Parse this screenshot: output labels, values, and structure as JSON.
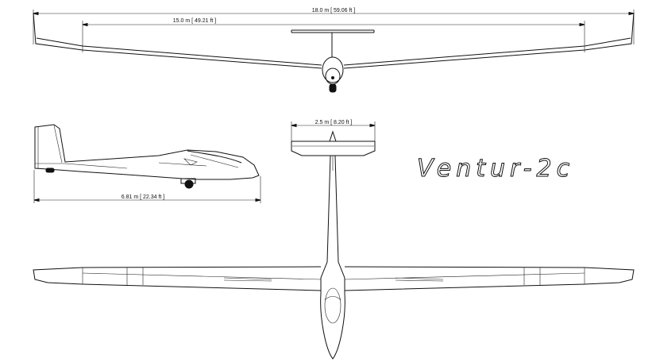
{
  "title": "Ventur-2c",
  "dimensions": {
    "span_18m": "18.0 m [ 59.06 ft ]",
    "span_15m": "15.0 m [ 49.21 ft ]",
    "tailplane": "2.5 m [ 8.20 ft ]",
    "length": "6.81 m [ 22.34 ft ]"
  },
  "colors": {
    "line": "#111111",
    "background": "#ffffff"
  }
}
